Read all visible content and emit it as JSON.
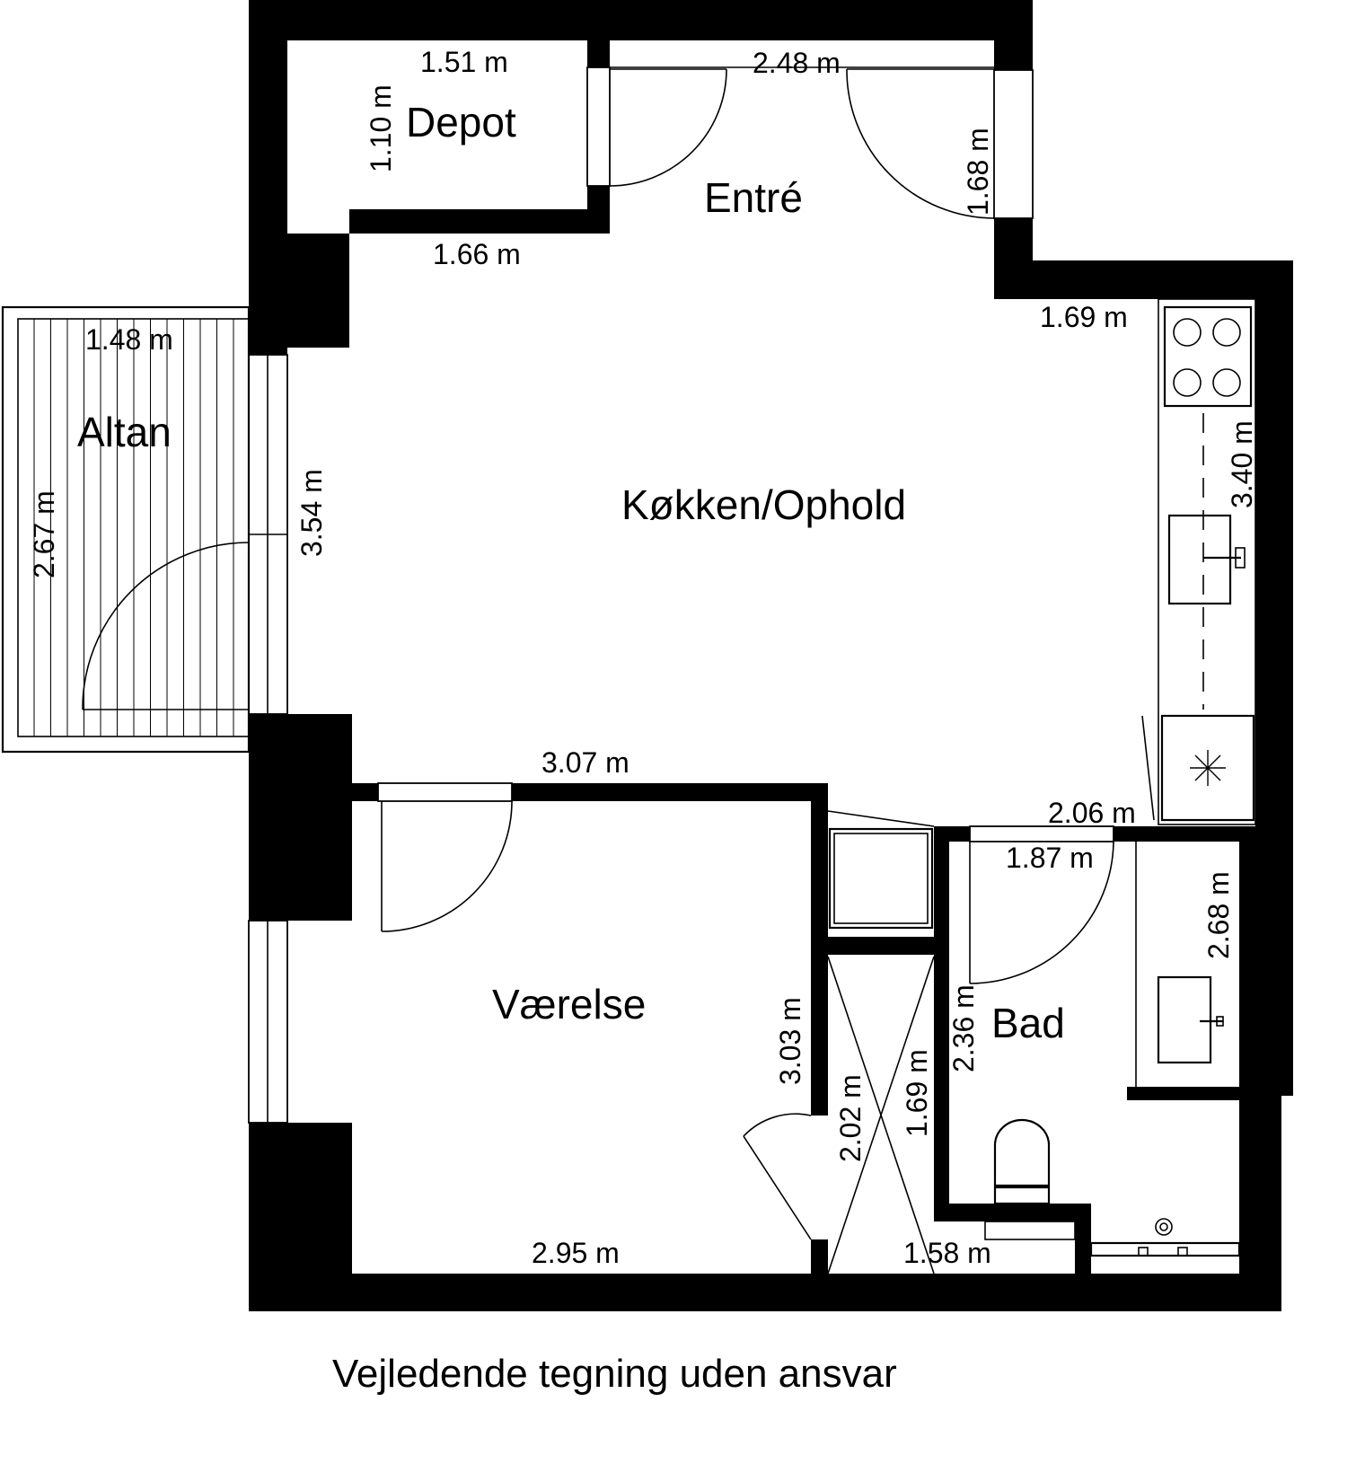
{
  "rooms": {
    "depot": "Depot",
    "entre": "Entré",
    "kokken": "Køkken/Ophold",
    "altan": "Altan",
    "vaerelse": "Værelse",
    "bad": "Bad"
  },
  "dimensions": {
    "depot_width": "1.51 m",
    "depot_height": "1.10 m",
    "depot_bottom": "1.66 m",
    "entre_width": "2.48 m",
    "entre_height": "1.68 m",
    "kitchen_top": "1.69 m",
    "kitchen_counter": "3.40 m",
    "living_height": "3.54 m",
    "altan_width": "1.48 m",
    "altan_height": "2.67 m",
    "vaerelse_top": "3.07 m",
    "vaerelse_height": "3.03 m",
    "vaerelse_bottom": "2.95 m",
    "bad_top": "2.06 m",
    "bad_inner": "1.87 m",
    "bad_right": "2.68 m",
    "bad_left": "2.36 m",
    "hall_height": "2.02 m",
    "hall_diag": "1.69 m",
    "hall_bottom": "1.58 m"
  },
  "caption": "Vejledende tegning uden ansvar"
}
